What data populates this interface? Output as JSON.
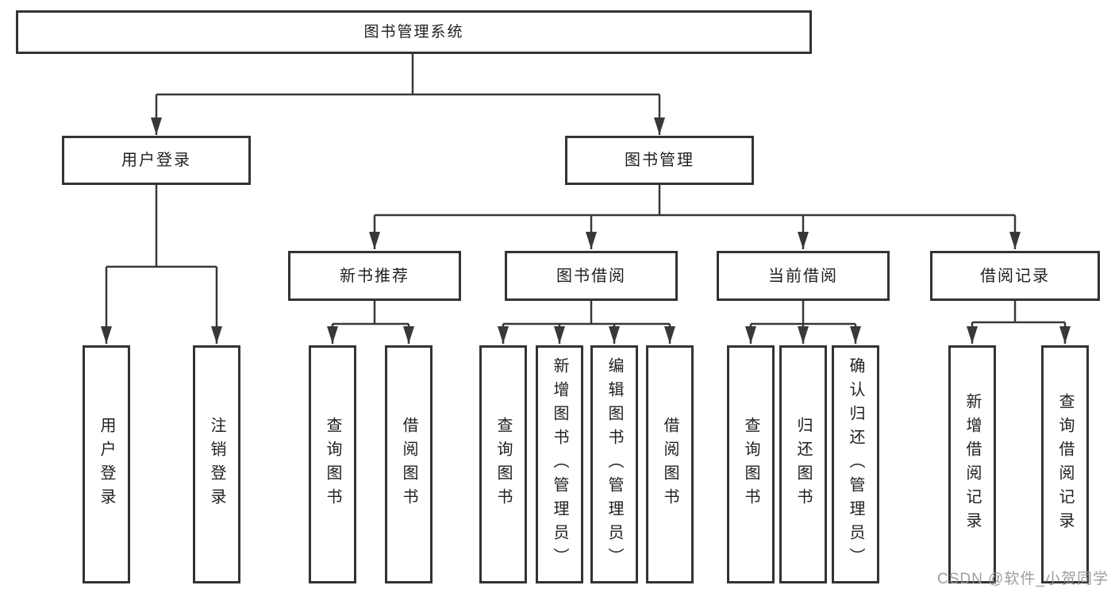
{
  "diagram": {
    "root": {
      "label": "图书管理系统"
    },
    "branches": [
      {
        "label": "用户登录",
        "children": [
          {
            "label": "用户登录"
          },
          {
            "label": "注销登录"
          }
        ]
      },
      {
        "label": "图书管理",
        "children": [
          {
            "label": "新书推荐",
            "children": [
              {
                "label": "查询图书"
              },
              {
                "label": "借阅图书"
              }
            ]
          },
          {
            "label": "图书借阅",
            "children": [
              {
                "label": "查询图书"
              },
              {
                "label": "新增图书（管理员）"
              },
              {
                "label": "编辑图书（管理员）"
              },
              {
                "label": "借阅图书"
              }
            ]
          },
          {
            "label": "当前借阅",
            "children": [
              {
                "label": "查询图书"
              },
              {
                "label": "归还图书"
              },
              {
                "label": "确认归还（管理员）"
              }
            ]
          },
          {
            "label": "借阅记录",
            "children": [
              {
                "label": "新增借阅记录"
              },
              {
                "label": "查询借阅记录"
              }
            ]
          }
        ]
      }
    ]
  },
  "watermark": {
    "text": "CSDN @软件_小贺同学"
  },
  "colors": {
    "background": "#ffffff",
    "box_border": "#333333",
    "connector_line": "#383838",
    "text": "#1f1f1f",
    "watermark_text": "#949494"
  }
}
